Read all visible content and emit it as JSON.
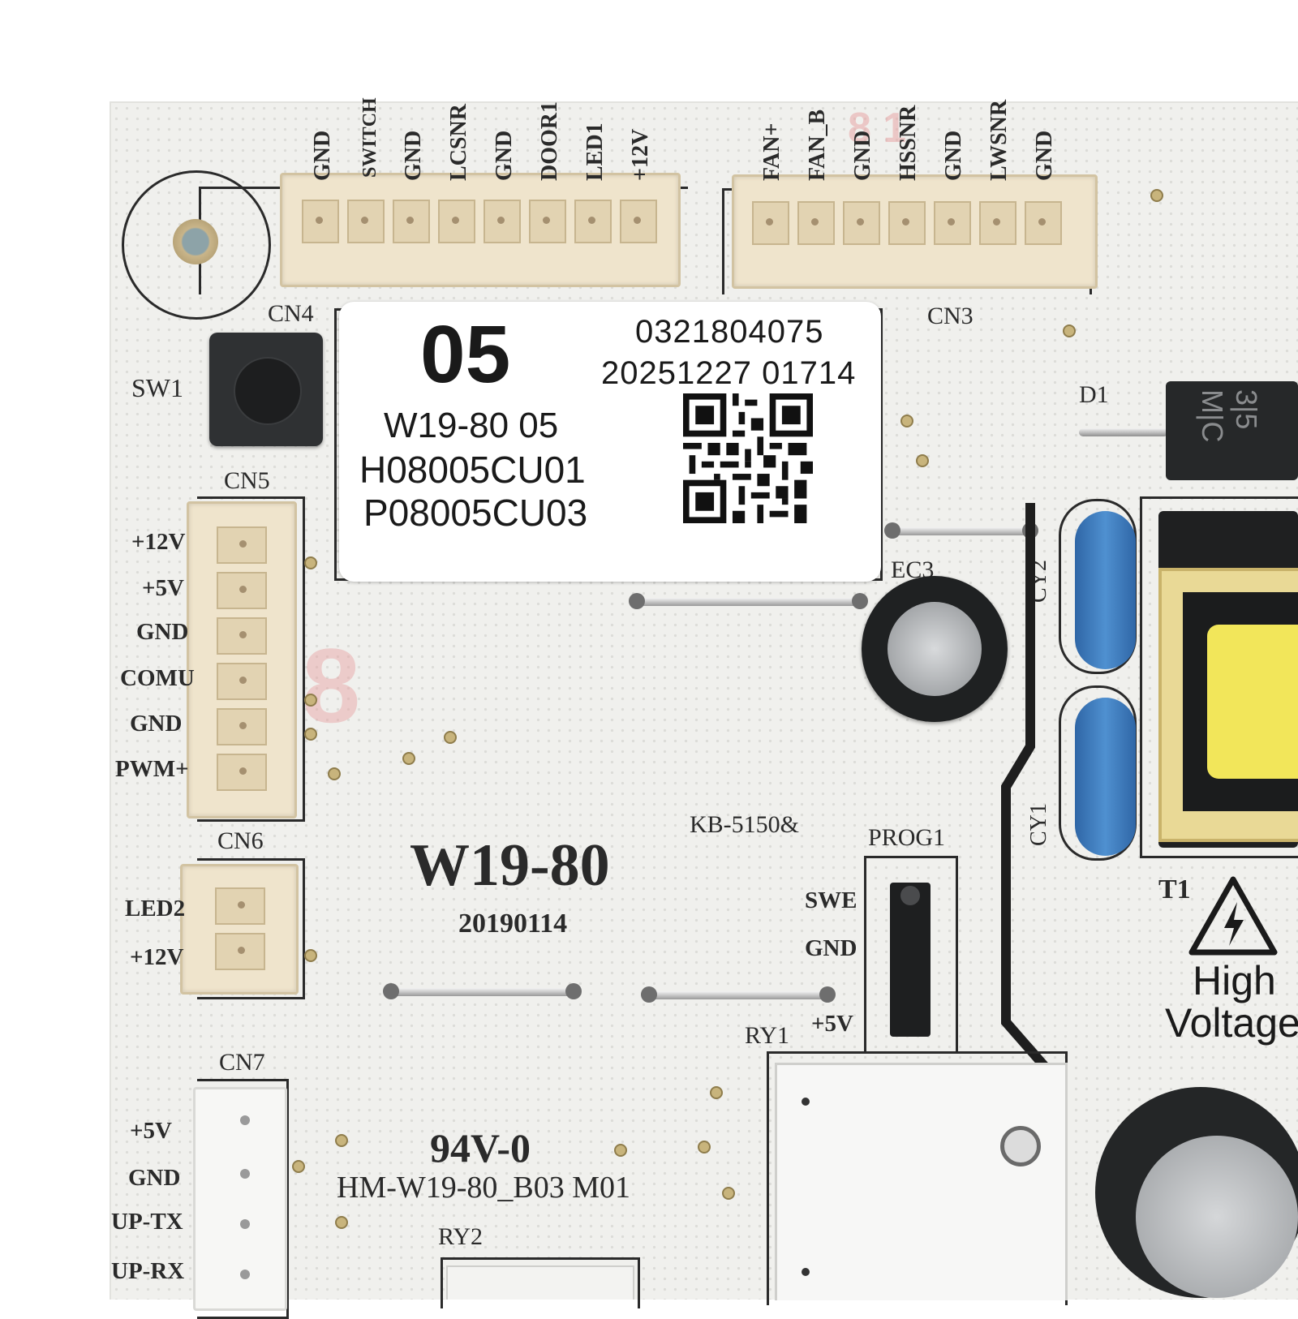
{
  "cn4": {
    "name": "CN4",
    "pins": [
      "GND",
      "SWITCH",
      "GND",
      "LCSNR",
      "GND",
      "DOOR1",
      "LED1",
      "+12V"
    ]
  },
  "cn3": {
    "name": "CN3",
    "pins": [
      "FAN+",
      "FAN_B",
      "GND",
      "HSSNR",
      "GND",
      "LWSNR",
      "GND"
    ]
  },
  "cn5": {
    "name": "CN5",
    "pins": [
      "+12V",
      "+5V",
      "GND",
      "COMU",
      "GND",
      "PWM+"
    ]
  },
  "cn6": {
    "name": "CN6",
    "pins": [
      "LED2",
      "+12V"
    ]
  },
  "cn7": {
    "name": "CN7",
    "pins": [
      "+5V",
      "GND",
      "UP-TX",
      "UP-RX"
    ]
  },
  "sticker": {
    "big": "05",
    "serial": "0321804075",
    "date_code": "20251227 01714",
    "line1": "W19-80 05",
    "line2": "H08005CU01",
    "line3": "P08005CU03"
  },
  "silkscreen": {
    "sw1": "SW1",
    "model": "W19-80",
    "model_date": "20190114",
    "kb": "KB-5150&",
    "prog": "PROG1",
    "swe": "SWE",
    "gnd": "GND",
    "plus5v": "+5V",
    "ry1": "RY1",
    "ry2": "RY2",
    "flame": "94V-0",
    "part": "HM-W19-80_B03 M01",
    "d1": "D1",
    "ec3": "EC3",
    "cy2": "CY2",
    "cy1": "CY1",
    "t1": "T1",
    "hv1": "High",
    "hv2": "Voltage",
    "diode_marking": "3|5 M|C"
  },
  "colors": {
    "board": "#f0f0ed",
    "silk": "#2a2a2a",
    "connector": "#efe4cc",
    "capacitor_blue": "#3f7fbf",
    "transformer_yellow": "#f2e65a"
  }
}
